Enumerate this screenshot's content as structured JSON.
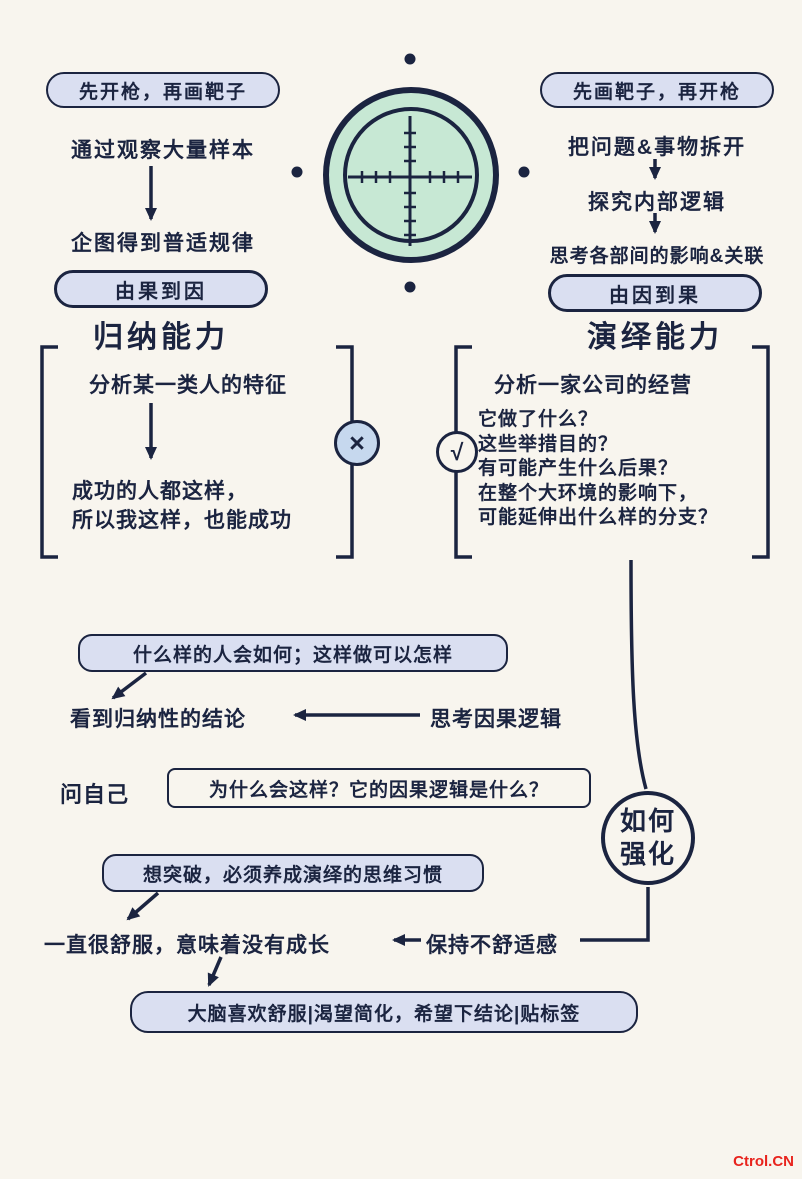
{
  "palette": {
    "bg": "#f8f5ee",
    "box-fill": "#dadff1",
    "ink": "#1b2440",
    "target-fill": "#c7e8d4",
    "cross-fill": "#c6d8ee",
    "accent-red": "#e8231d"
  },
  "left": {
    "pill": "先开枪，再画靶子",
    "steps": [
      "通过观察大量样本",
      "企图得到普适规律"
    ],
    "badge": "由果到因",
    "title": "归纳能力",
    "example": {
      "heading": "分析某一类人的特征",
      "conclusion_lines": [
        "成功的人都这样，",
        "所以我这样，也能成功"
      ]
    },
    "verdict_mark": "×"
  },
  "right": {
    "pill": "先画靶子，再开枪",
    "steps": [
      "把问题&事物拆开",
      "探究内部逻辑",
      "思考各部间的影响&关联"
    ],
    "badge": "由因到果",
    "title": "演绎能力",
    "example": {
      "heading": "分析一家公司的经营",
      "questions": [
        "它做了什么？",
        "这些举措目的？",
        "有可能产生什么后果？",
        "在整个大环境的影响下，",
        "可能延伸出什么样的分支？"
      ]
    },
    "verdict_mark": "√"
  },
  "bottom": {
    "induction_example_box": "什么样的人会如何；这样做可以怎样",
    "induction_conclusion": "看到归纳性的结论",
    "causal_logic": "思考因果逻辑",
    "ask_yourself": "问自己",
    "ask_question_box": "为什么会这样？它的因果逻辑是什么？",
    "strengthen_circle": [
      "如何",
      "强化"
    ],
    "breakthrough_box": "想突破，必须养成演绎的思维习惯",
    "comfort_warning": "一直很舒服，意味着没有成长",
    "keep_discomfort": "保持不舒适感",
    "brain_box": "大脑喜欢舒服|渴望简化，希望下结论|贴标签"
  },
  "watermark": "Ctrol.CN"
}
